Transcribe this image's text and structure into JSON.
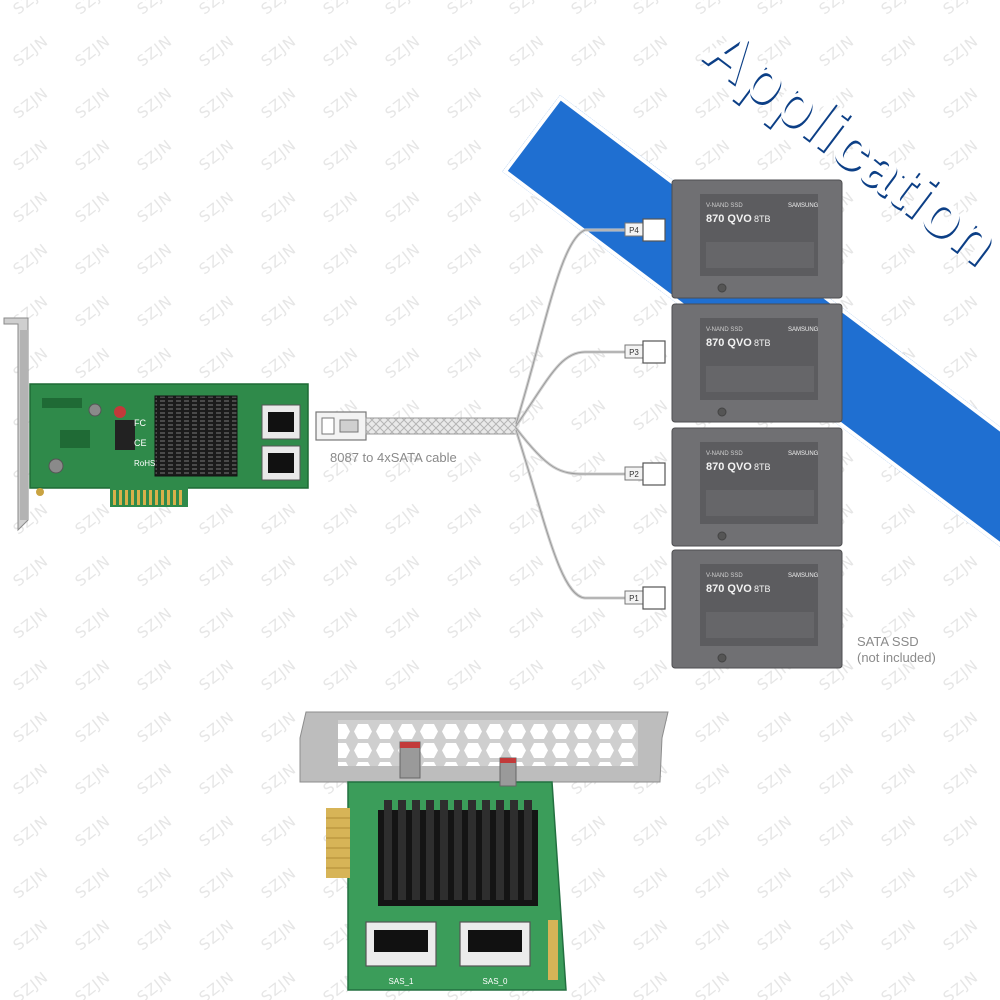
{
  "banner": {
    "text": "Application",
    "color": "#1f6fd1"
  },
  "watermark": {
    "text": "SZJN"
  },
  "cable": {
    "label": "8087 to 4xSATA cable"
  },
  "ssd": {
    "note_line1": "SATA SSD",
    "note_line2": "(not included)",
    "drives": [
      {
        "port": "P4",
        "brand": "SAMSUNG",
        "model": "870 QVO",
        "capacity": "8TB",
        "subtitle": "V-NAND SSD"
      },
      {
        "port": "P3",
        "brand": "SAMSUNG",
        "model": "870 QVO",
        "capacity": "8TB",
        "subtitle": "V-NAND SSD"
      },
      {
        "port": "P2",
        "brand": "SAMSUNG",
        "model": "870 QVO",
        "capacity": "8TB",
        "subtitle": "V-NAND SSD"
      },
      {
        "port": "P1",
        "brand": "SAMSUNG",
        "model": "870 QVO",
        "capacity": "8TB",
        "subtitle": "V-NAND SSD"
      }
    ]
  },
  "card_top": {
    "marks": [
      "FC",
      "RoHS",
      "CE"
    ]
  },
  "card_bottom": {
    "port_labels": [
      "SAS_1",
      "SAS_0"
    ]
  }
}
